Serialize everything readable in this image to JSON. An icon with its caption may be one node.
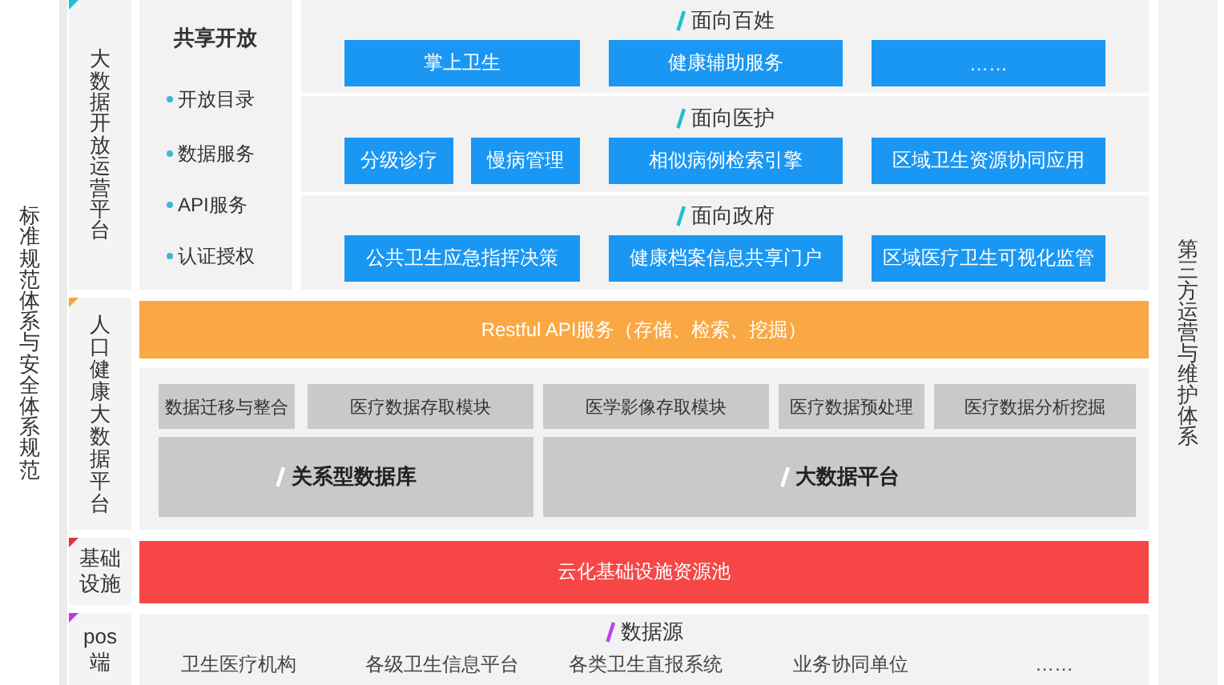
{
  "diagram": {
    "nodes": [
      {
        "text": [
          "大数据开放运营平台"
        ]
      },
      {
        "text": [
          "共享开放",
          "开放目录",
          "数据服务",
          "API服务",
          "认证授权"
        ]
      },
      {
        "text": [
          "面向百姓"
        ]
      },
      {
        "text": [
          "掌上卫生"
        ],
        "in": 2
      },
      {
        "text": [
          "健康辅助服务"
        ],
        "in": 2
      },
      {
        "text": [
          "……"
        ],
        "in": 2
      },
      {
        "text": [
          "面向医护"
        ]
      },
      {
        "text": [
          "分级诊疗"
        ],
        "in": 6
      },
      {
        "text": [
          "慢病管理"
        ],
        "in": 6
      },
      {
        "text": [
          "相似病例检索引擎"
        ],
        "in": 6
      },
      {
        "text": [
          "区域卫生资源协同应用"
        ],
        "in": 6
      },
      {
        "text": [
          "面向政府"
        ]
      },
      {
        "text": [
          "公共卫生应急指挥决策"
        ],
        "in": 11
      },
      {
        "text": [
          "健康档案信息共享门户"
        ],
        "in": 11
      },
      {
        "text": [
          "区域医疗卫生可视化监管"
        ],
        "in": 11
      },
      {
        "text": [
          "人口健康大数据平台"
        ]
      },
      {
        "text": [
          "Restful API服务（存储、检索、挖掘）"
        ]
      },
      {
        "text": [],
        "shape": "box"
      },
      {
        "text": [
          "数据迁移与整合"
        ],
        "in": 17
      },
      {
        "text": [
          "医疗数据存取模块"
        ],
        "in": 17
      },
      {
        "text": [
          "医学影像存取模块"
        ],
        "in": 17
      },
      {
        "text": [
          "医疗数据预处理"
        ],
        "in": 17
      },
      {
        "text": [
          "医疗数据分析挖掘"
        ],
        "in": 17
      },
      {
        "text": [
          "关系型数据库"
        ],
        "in": 17
      },
      {
        "text": [
          "大数据平台"
        ],
        "in": 17
      },
      {
        "text": [
          "基础设施"
        ]
      },
      {
        "text": [
          "云化基础设施资源池"
        ]
      },
      {
        "text": [
          "pos端"
        ]
      },
      {
        "text": [
          "数据源",
          "卫生医疗机构",
          "各级卫生信息平台",
          "各类卫生直报系统",
          "业务协同单位",
          "……"
        ]
      },
      {
        "text": [
          "第三方运营与维护体系"
        ]
      }
    ],
    "labels": [
      "标准规范体系与安全体系规范"
    ]
  }
}
